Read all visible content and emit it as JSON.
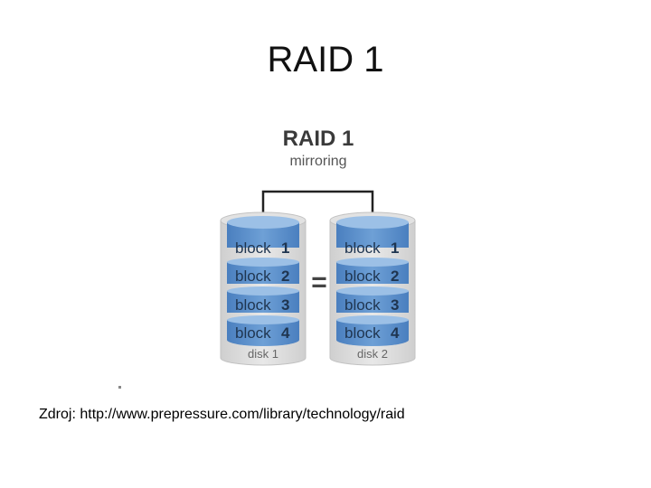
{
  "slide": {
    "title": "RAID 1",
    "source": "Zdroj: http://www.prepressure.com/library/technology/raid"
  },
  "figure": {
    "heading": "RAID 1",
    "subheading": "mirroring",
    "equals": "=",
    "disks": [
      {
        "label": "disk 1",
        "blocks": [
          {
            "word": "block",
            "num": "1"
          },
          {
            "word": "block",
            "num": "2"
          },
          {
            "word": "block",
            "num": "3"
          },
          {
            "word": "block",
            "num": "4"
          }
        ]
      },
      {
        "label": "disk 2",
        "blocks": [
          {
            "word": "block",
            "num": "1"
          },
          {
            "word": "block",
            "num": "2"
          },
          {
            "word": "block",
            "num": "3"
          },
          {
            "word": "block",
            "num": "4"
          }
        ]
      }
    ]
  },
  "colors": {
    "disk_body": "#dcdcdc",
    "disk_edge": "#c2c2c2",
    "block_fill": "#5b8fc9",
    "block_top": "#8db6e0",
    "text_dark": "#333333"
  }
}
